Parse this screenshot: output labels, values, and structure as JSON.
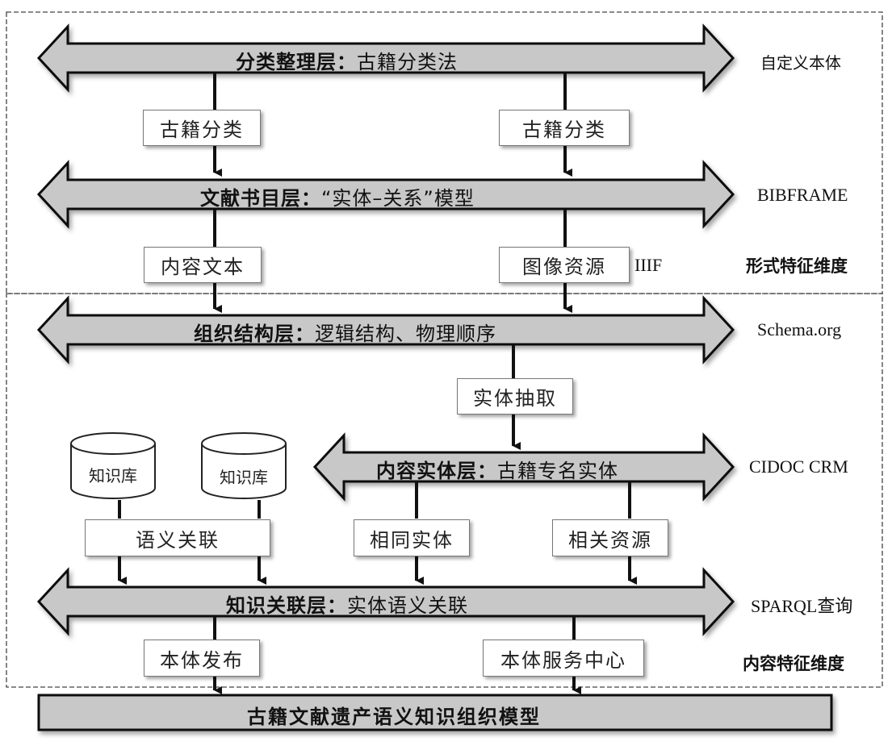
{
  "layers": [
    {
      "name": "分类整理层：",
      "desc": "古籍分类法",
      "standard": "自定义本体"
    },
    {
      "name": "文献书目层：",
      "desc": "“实体–关系”模型",
      "standard": "BIBFRAME"
    },
    {
      "name": "组织结构层：",
      "desc": "逻辑结构、物理顺序",
      "standard": "Schema.org"
    },
    {
      "name": "内容实体层：",
      "desc": "古籍专名实体",
      "standard": "CIDOC CRM"
    },
    {
      "name": "知识关联层：",
      "desc": "实体语义关联",
      "standard": "SPARQL查询"
    }
  ],
  "boxes": {
    "classify_left": "古籍分类",
    "classify_right": "古籍分类",
    "content_text": "内容文本",
    "image_resource": "图像资源",
    "entity_extraction": "实体抽取",
    "semantic_link": "语义关联",
    "same_entity": "相同实体",
    "related_resource": "相关资源",
    "ontology_publish": "本体发布",
    "ontology_service": "本体服务中心"
  },
  "annotations": {
    "iiif": "IIIF"
  },
  "knowledge_bases": [
    "知识库",
    "知识库"
  ],
  "dimensions": {
    "formal": "形式特征维度",
    "content": "内容特征维度"
  },
  "model_title": "古籍文献遗产语义知识组织模型",
  "colors": {
    "arrow_fill": "#c8c8c8",
    "arrow_stroke": "#111111",
    "box_fill": "#ffffff",
    "dashed_border": "#444444"
  }
}
